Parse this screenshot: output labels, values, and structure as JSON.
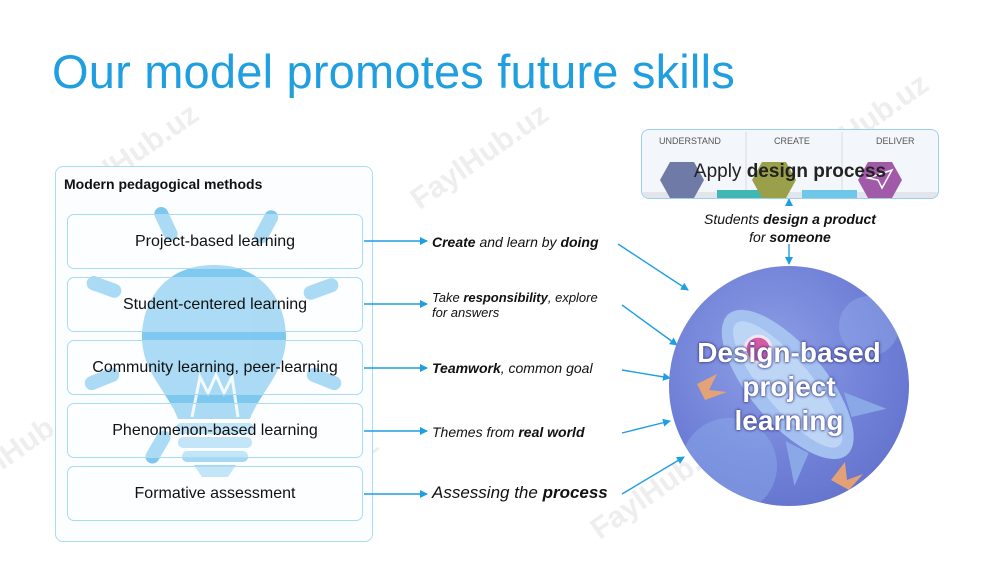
{
  "title": "Our model promotes future skills",
  "panel": {
    "title": "Modern pedagogical methods",
    "methods": [
      "Project-based learning",
      "Student-centered learning",
      "Community learning, peer-learning",
      "Phenomenon-based learning",
      "Formative assessment"
    ]
  },
  "outcomes": [
    {
      "p1": "Create",
      "p2": " and learn by ",
      "p3": "doing"
    },
    {
      "p1": "Take ",
      "p2": "responsibility",
      "p3": ", explore",
      "p4": "for answers"
    },
    {
      "p1": "Teamwork",
      "p2": ", common goal"
    },
    {
      "p1": "Themes from ",
      "p2": "real world"
    },
    {
      "p1": "Assessing the ",
      "p2": "process"
    }
  ],
  "design_process": {
    "stages": [
      "UNDERSTAND",
      "CREATE",
      "DELIVER"
    ],
    "label_prefix": "Apply ",
    "label_bold": "design process"
  },
  "product_note": {
    "line1_prefix": "Students ",
    "line1_bold": "design a product",
    "line2_prefix": "for ",
    "line2_bold": "someone"
  },
  "circle": {
    "line1": "Design-based",
    "line2": "project",
    "line3": "learning"
  },
  "watermark": "FaylHub.uz",
  "colors": {
    "title": "#1f9ee0",
    "border": "#a9dbf3",
    "arrow": "#1f9ee0",
    "bulb": "#4fb3ea",
    "circle": "#6f7fd6"
  }
}
